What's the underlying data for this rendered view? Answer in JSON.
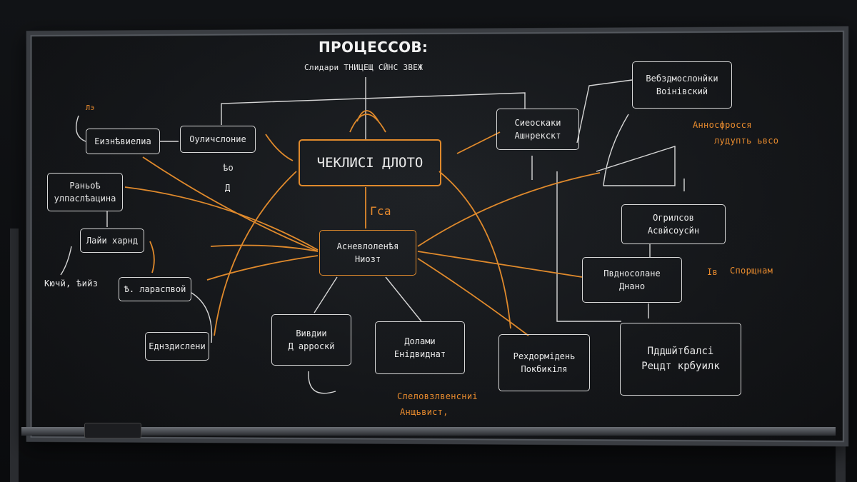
{
  "board": {
    "title": "ПРОЦЕССОВ:",
    "subtitle": "Слидари ТНИЦЕЩ СЙНС ЗВЕЖ",
    "center": "ЧЕКЛИСІ ДЛОТО",
    "hub_line1": "Асневлоленѣя",
    "hub_line2": "Ниозт",
    "left": {
      "n1": "Еизнѣвиелиа",
      "n2": "Оуличслоние",
      "n3_line1": "Раньоѣ",
      "n3_line2": "улпаслѣацина",
      "n4": "Лайи харнд",
      "n5": "Ѣ. лараспвой",
      "n6": "Еднздислени",
      "note1": "Кючй, ѣийз",
      "note2": "ѣо",
      "note3": "Д",
      "note_top": "Лэ"
    },
    "bottom": {
      "b1_line1": "Вивдии",
      "b1_line2": "Д арроскй",
      "b2_line1": "Долами",
      "b2_line2": "Енідвиднат",
      "b3_line1": "Рехдормідень",
      "b3_line2": "Покбикіля",
      "note_line1": "Слеловзлвенсниі",
      "note_line2": "Анщьвист,"
    },
    "right": {
      "r1_line1": "Сиеоскаки",
      "r1_line2": "Ашнрекскт",
      "r2_line1": "Вебздмослонйки",
      "r2_line2": "Воінівский",
      "r3_line1": "Огрилсов",
      "r3_line2": "Асвйсоусйн",
      "r4_line1": "Пвдносолане",
      "r4_line2": "Днано",
      "r5_line1": "Пддшйтбалсі",
      "r5_line2": "Рецдт крбуилк",
      "note1_line1": "Анносфросся",
      "note1_line2": "лудупть ьвсо",
      "note2": "Спорщнам",
      "note3": "Ів"
    },
    "mid_note": "Гса"
  },
  "colors": {
    "chalk": "#e8e8e8",
    "orange": "#e08a2c",
    "board": "#15171a"
  }
}
